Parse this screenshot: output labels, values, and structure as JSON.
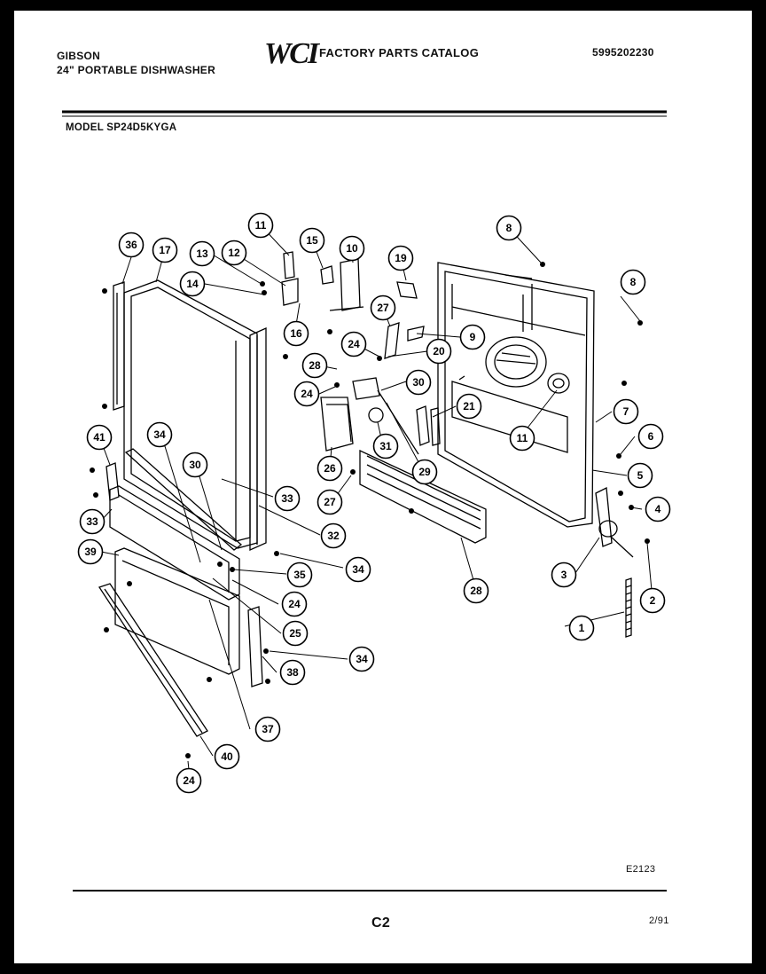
{
  "header": {
    "brand": "GIBSON",
    "product": "24\" PORTABLE DISHWASHER",
    "logo_text": "WCI",
    "catalog_title": "FACTORY PARTS CATALOG",
    "part_number": "5995202230",
    "model": "MODEL SP24D5KYGA"
  },
  "footer": {
    "diagram_code": "E2123",
    "page_code": "C2",
    "date": "2/91"
  },
  "callouts": [
    {
      "id": "c36",
      "label": "36"
    },
    {
      "id": "c17",
      "label": "17"
    },
    {
      "id": "c13",
      "label": "13"
    },
    {
      "id": "c12",
      "label": "12"
    },
    {
      "id": "c11a",
      "label": "11"
    },
    {
      "id": "c15",
      "label": "15"
    },
    {
      "id": "c10",
      "label": "10"
    },
    {
      "id": "c14",
      "label": "14"
    },
    {
      "id": "c16",
      "label": "16"
    },
    {
      "id": "c8a",
      "label": "8"
    },
    {
      "id": "c19",
      "label": "19"
    },
    {
      "id": "c8b",
      "label": "8"
    },
    {
      "id": "c27a",
      "label": "27"
    },
    {
      "id": "c24a",
      "label": "24"
    },
    {
      "id": "c9",
      "label": "9"
    },
    {
      "id": "c20",
      "label": "20"
    },
    {
      "id": "c28a",
      "label": "28"
    },
    {
      "id": "c24b",
      "label": "24"
    },
    {
      "id": "c30a",
      "label": "30"
    },
    {
      "id": "c21",
      "label": "21"
    },
    {
      "id": "c11b",
      "label": "11"
    },
    {
      "id": "c7",
      "label": "7"
    },
    {
      "id": "c6",
      "label": "6"
    },
    {
      "id": "c5",
      "label": "5"
    },
    {
      "id": "c4",
      "label": "4"
    },
    {
      "id": "c41",
      "label": "41"
    },
    {
      "id": "c34a",
      "label": "34"
    },
    {
      "id": "c30b",
      "label": "30"
    },
    {
      "id": "c31",
      "label": "31"
    },
    {
      "id": "c29",
      "label": "29"
    },
    {
      "id": "c26",
      "label": "26"
    },
    {
      "id": "c27b",
      "label": "27"
    },
    {
      "id": "c33a",
      "label": "33"
    },
    {
      "id": "c33b",
      "label": "33"
    },
    {
      "id": "c32",
      "label": "32"
    },
    {
      "id": "c39",
      "label": "39"
    },
    {
      "id": "c34b",
      "label": "34"
    },
    {
      "id": "c35",
      "label": "35"
    },
    {
      "id": "c28b",
      "label": "28"
    },
    {
      "id": "c3",
      "label": "3"
    },
    {
      "id": "c2",
      "label": "2"
    },
    {
      "id": "c24c",
      "label": "24"
    },
    {
      "id": "c1",
      "label": "1"
    },
    {
      "id": "c25",
      "label": "25"
    },
    {
      "id": "c34c",
      "label": "34"
    },
    {
      "id": "c38",
      "label": "38"
    },
    {
      "id": "c37",
      "label": "37"
    },
    {
      "id": "c40",
      "label": "40"
    },
    {
      "id": "c24d",
      "label": "24"
    }
  ]
}
